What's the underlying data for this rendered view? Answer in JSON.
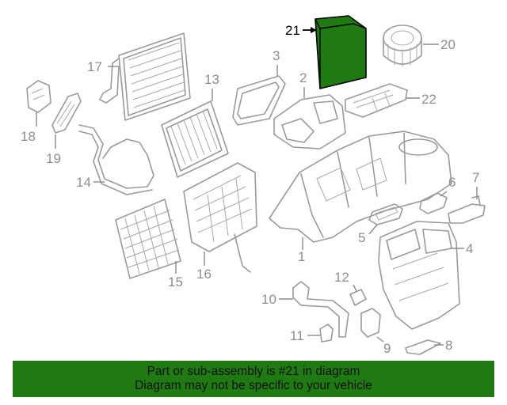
{
  "diagram": {
    "highlight_color": "#1f7a12",
    "line_color": "#9a9a9a",
    "callouts": {
      "c1": "1",
      "c2": "2",
      "c3": "3",
      "c4": "4",
      "c5": "5",
      "c6": "6",
      "c7": "7",
      "c8": "8",
      "c9": "9",
      "c10": "10",
      "c11": "11",
      "c12": "12",
      "c13": "13",
      "c14": "14",
      "c15": "15",
      "c16": "16",
      "c17": "17",
      "c18": "18",
      "c19": "19",
      "c20": "20",
      "c21": "21",
      "c22": "22"
    }
  },
  "banner": {
    "background": "#1f7a12",
    "line1": "Part or sub-assembly is #21 in diagram",
    "line2": "Diagram may not be specific to your vehicle"
  }
}
